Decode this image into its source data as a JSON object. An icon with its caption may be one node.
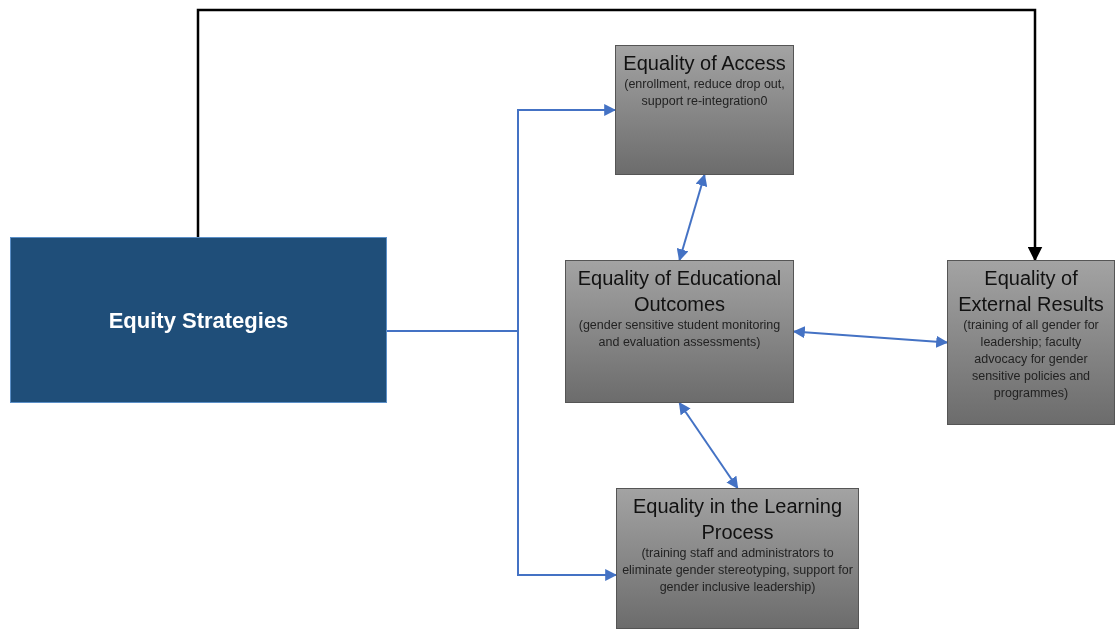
{
  "diagram": {
    "nodes": [
      {
        "text": [
          "Equity Strategies"
        ]
      },
      {
        "text": [
          "Equality of Access",
          "(enrollment, reduce drop out, support re-integration0"
        ]
      },
      {
        "text": [
          "Equality of Educational Outcomes",
          "(gender sensitive student monitoring and evaluation assessments)"
        ]
      },
      {
        "text": [
          "Equality in the Learning Process",
          "(training staff and administrators to eliminate gender stereotyping, support for gender inclusive leadership)"
        ]
      },
      {
        "text": [
          "Equality of External Results",
          "(training of all gender for leadership; faculty advocacy for gender sensitive policies and programmes)"
        ]
      }
    ],
    "edges": [
      {
        "from": 0,
        "to": 1,
        "arrow": "to"
      },
      {
        "from": 0,
        "to": 3,
        "arrow": "to"
      },
      {
        "from": 0,
        "to": 4,
        "arrow": "to",
        "color": "#000000"
      },
      {
        "from": 1,
        "to": 2,
        "arrow": "both"
      },
      {
        "from": 2,
        "to": 4,
        "arrow": "both"
      },
      {
        "from": 2,
        "to": 3,
        "arrow": "both"
      }
    ]
  }
}
